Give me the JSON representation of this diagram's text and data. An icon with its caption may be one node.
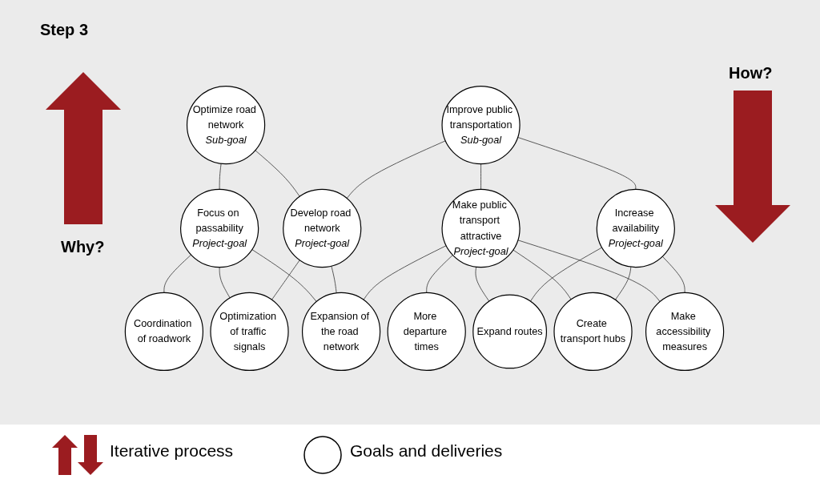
{
  "diagram": {
    "nodes": [
      {
        "text": [
          "Optimize road network",
          "Sub-goal"
        ]
      },
      {
        "text": [
          "Improve public transportation",
          "Sub-goal"
        ]
      },
      {
        "text": [
          "Focus on passability",
          "Project-goal"
        ]
      },
      {
        "text": [
          "Develop road network",
          "Project-goal"
        ]
      },
      {
        "text": [
          "Make public transport attractive",
          "Project-goal"
        ]
      },
      {
        "text": [
          "Increase availability",
          "Project-goal"
        ]
      },
      {
        "text": [
          "Coordination of roadwork"
        ]
      },
      {
        "text": [
          "Optimization of traffic signals"
        ]
      },
      {
        "text": [
          "Expansion of the road network"
        ]
      },
      {
        "text": [
          "More departure times"
        ]
      },
      {
        "text": [
          "Expand routes"
        ]
      },
      {
        "text": [
          "Create transport hubs"
        ]
      },
      {
        "text": [
          "Make accessibility measures"
        ]
      }
    ],
    "edges": [
      {
        "from": 0,
        "to": 2,
        "arrow": "none"
      },
      {
        "from": 0,
        "to": 3,
        "arrow": "none"
      },
      {
        "from": 1,
        "to": 3,
        "arrow": "none"
      },
      {
        "from": 1,
        "to": 4,
        "arrow": "none"
      },
      {
        "from": 1,
        "to": 5,
        "arrow": "none"
      },
      {
        "from": 2,
        "to": 6,
        "arrow": "none"
      },
      {
        "from": 2,
        "to": 7,
        "arrow": "none"
      },
      {
        "from": 2,
        "to": 8,
        "arrow": "none"
      },
      {
        "from": 3,
        "to": 7,
        "arrow": "none"
      },
      {
        "from": 3,
        "to": 8,
        "arrow": "none"
      },
      {
        "from": 4,
        "to": 8,
        "arrow": "none"
      },
      {
        "from": 4,
        "to": 9,
        "arrow": "none"
      },
      {
        "from": 4,
        "to": 10,
        "arrow": "none"
      },
      {
        "from": 4,
        "to": 11,
        "arrow": "none"
      },
      {
        "from": 4,
        "to": 12,
        "arrow": "none"
      },
      {
        "from": 5,
        "to": 10,
        "arrow": "none"
      },
      {
        "from": 5,
        "to": 11,
        "arrow": "none"
      },
      {
        "from": 5,
        "to": 12,
        "arrow": "none"
      }
    ],
    "labels": [
      "Step 3",
      "How?",
      "Why?"
    ],
    "legend": [
      {
        "text": "Iterative process"
      },
      {
        "text": "Goals and deliveries"
      }
    ]
  }
}
